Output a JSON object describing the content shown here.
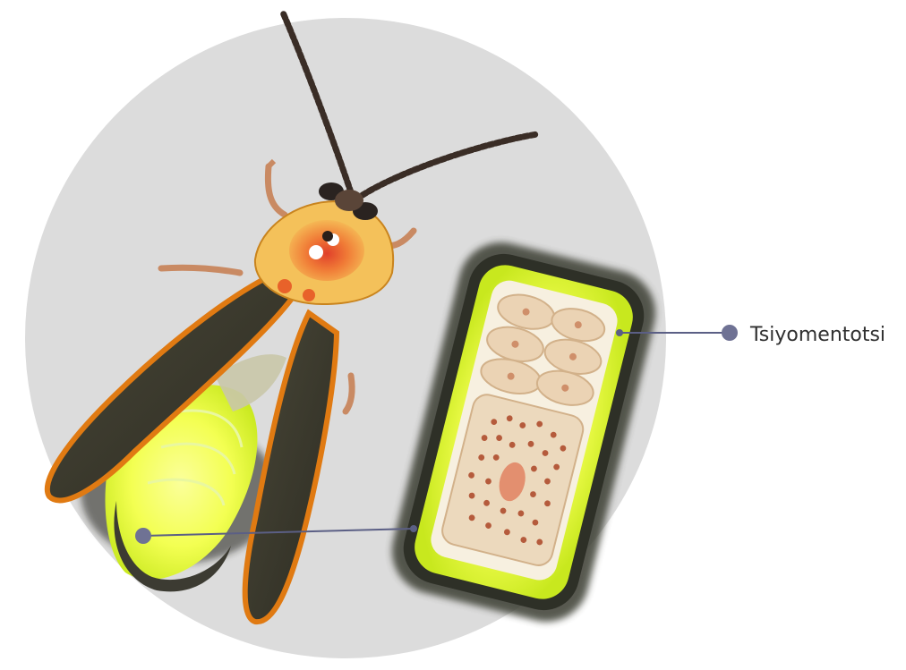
{
  "labels": {
    "cell_label": "Tsiyomentotsi"
  },
  "colors": {
    "background_disc": "#dcdcdc",
    "leader_line": "#5b5f85",
    "leader_dot": "#6f7294",
    "wing_cover": "#3b3a30",
    "wing_edge": "#e07a12",
    "glow_inner": "#faff6e",
    "glow_outer": "#d9f227",
    "cell_fill": "#ecd8bc",
    "thorax": "#f2b84a",
    "label_text": "#2f2f2f"
  },
  "icons": [
    "firefly-illustration",
    "light-organ-cell-illustration",
    "leader-dot"
  ]
}
